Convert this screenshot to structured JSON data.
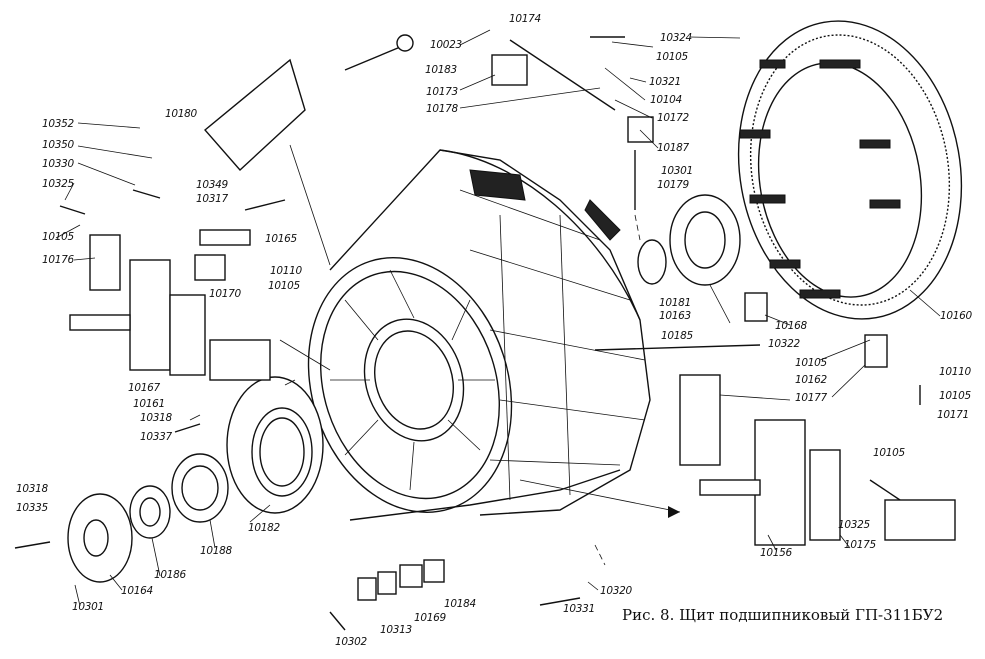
{
  "caption": "Рис. 8. Щит подшипниковый ГП-311БУ2",
  "labels": {
    "l10174": "10174",
    "l10324": "10324",
    "l10023": "10023",
    "l10105a": "10105",
    "l10183": "10183",
    "l10321": "10321",
    "l10173": "10173",
    "l10104": "10104",
    "l10178": "10178",
    "l10172": "10172",
    "l10352": "10352",
    "l10180": "10180",
    "l10187": "10187",
    "l10350": "10350",
    "l10301a": "10301",
    "l10330": "10330",
    "l10179": "10179",
    "l10325a": "10325",
    "l10349": "10349",
    "l10317": "10317",
    "l10105b": "10105",
    "l10165": "10165",
    "l10176": "10176",
    "l10110a": "10110",
    "l10105c": "10105",
    "l10170": "10170",
    "l10181": "10181",
    "l10163": "10163",
    "l10168": "10168",
    "l10160": "10160",
    "l10185": "10185",
    "l10322": "10322",
    "l10105d": "10105",
    "l10110b": "10110",
    "l10162": "10162",
    "l10177": "10177",
    "l10105e": "10105",
    "l10167": "10167",
    "l10161": "10161",
    "l10171": "10171",
    "l10318a": "10318",
    "l10337": "10337",
    "l10105f": "10105",
    "l10318b": "10318",
    "l10335": "10335",
    "l10188": "10188",
    "l10182": "10182",
    "l10156": "10156",
    "l10325b": "10325",
    "l10175": "10175",
    "l10164": "10164",
    "l10186": "10186",
    "l10301b": "10301",
    "l10320": "10320",
    "l10184": "10184",
    "l10169": "10169",
    "l10313": "10313",
    "l10302": "10302",
    "l10331": "10331"
  }
}
